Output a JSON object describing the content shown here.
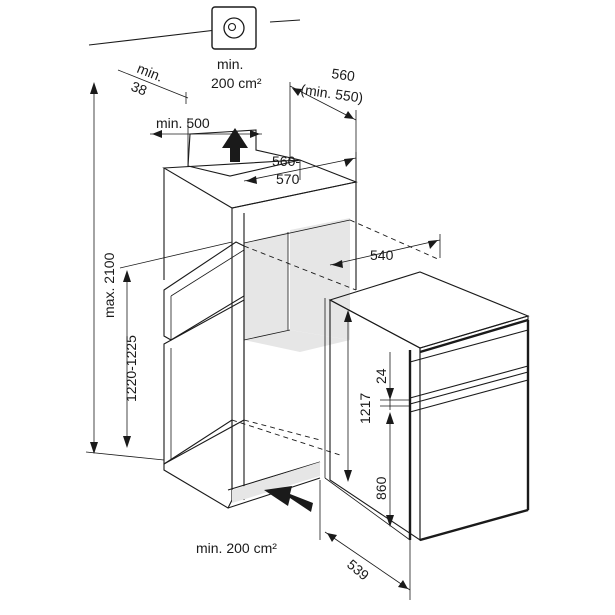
{
  "labels": {
    "vent_top_line1": "min.",
    "vent_top_line2": "200 cm²",
    "gap_line1": "min.",
    "gap_line2": "38",
    "min500": "min. 500",
    "w560_line1": "560",
    "w560_line2": "(min. 550)",
    "w560_570_line1": "560-",
    "w560_570_line2": "570",
    "d540": "540",
    "h_max": "max. 2100",
    "h_range": "1220-1225",
    "h1217": "1217",
    "h24": "24",
    "h860": "860",
    "vent_bottom": "min. 200 cm²",
    "d539": "539"
  },
  "icons": {
    "vent": "ventilation-grille-icon",
    "airflow": "arrow-icon"
  },
  "colors": {
    "line": "#1a1a1a",
    "fill_gray": "#e6e6e6",
    "background": "#ffffff"
  }
}
